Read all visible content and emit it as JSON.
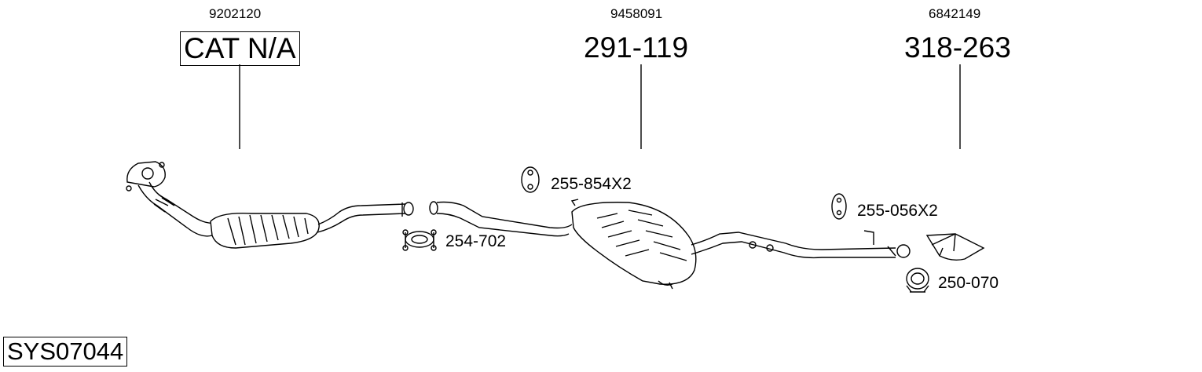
{
  "parts": [
    {
      "oe": "9202120",
      "part_no": "CAT N/A"
    },
    {
      "oe": "9458091",
      "part_no": "291-119"
    },
    {
      "oe": "6842149",
      "part_no": "318-263"
    }
  ],
  "accessories": [
    {
      "label": "255-854X2"
    },
    {
      "label": "254-702"
    },
    {
      "label": "255-056X2"
    },
    {
      "label": "250-070"
    }
  ],
  "system_code": "SYS07044"
}
